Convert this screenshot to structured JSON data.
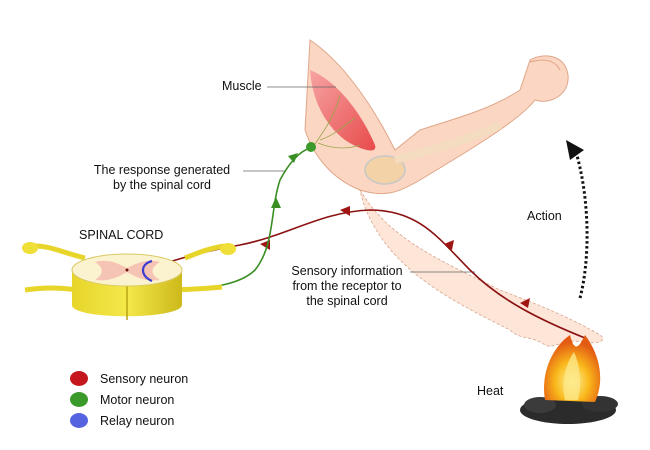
{
  "labels": {
    "muscle": "Muscle",
    "response_line1": "The response generated",
    "response_line2": "by the spinal cord",
    "spinal_cord": "SPINAL CORD",
    "sensory_line1": "Sensory information",
    "sensory_line2": "from the receptor to",
    "sensory_line3": "the spinal cord",
    "action": "Action",
    "heat": "Heat"
  },
  "legend": [
    {
      "label": "Sensory neuron",
      "color": "#c4161c"
    },
    {
      "label": "Motor neuron",
      "color": "#3a9a2a"
    },
    {
      "label": "Relay neuron",
      "color": "#5563e0"
    }
  ],
  "colors": {
    "sensory": "#8b1010",
    "motor": "#3a8f24",
    "relay": "#3d3dd0",
    "skin": "#fbdccb",
    "muscle": "#ec5a5a",
    "cord": "#ecdc3c"
  }
}
